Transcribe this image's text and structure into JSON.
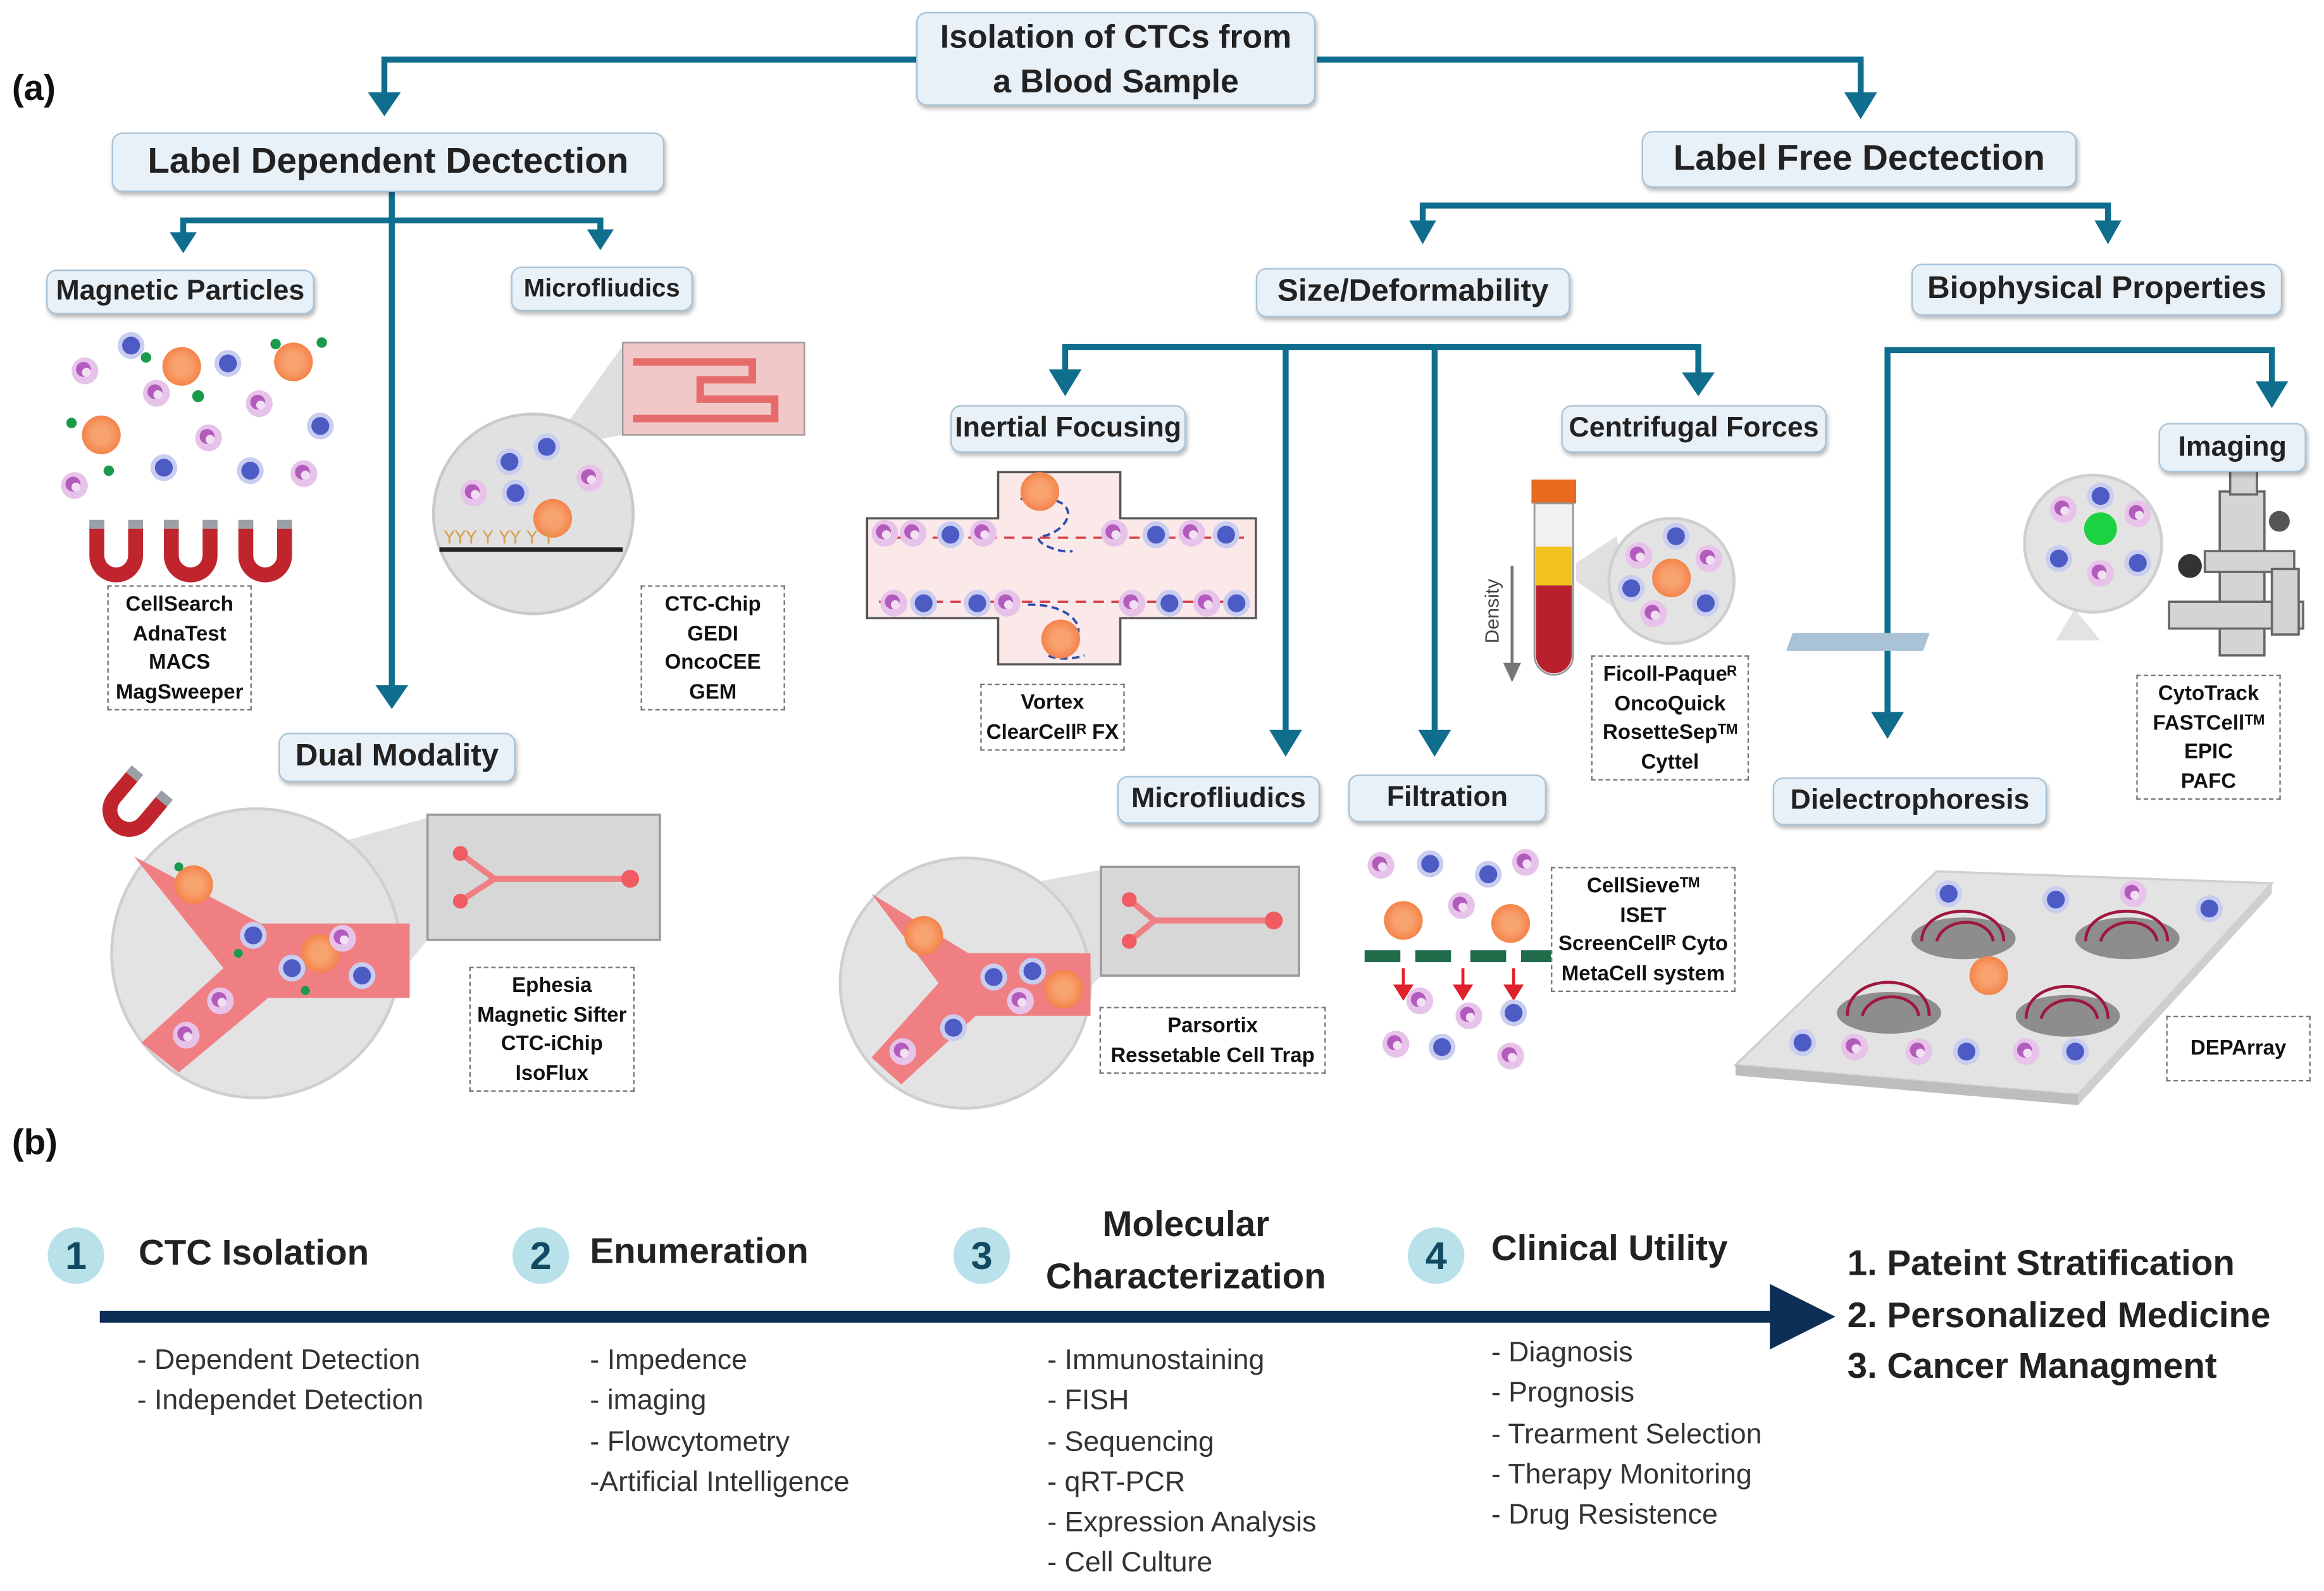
{
  "panel_labels": {
    "a": "(a)",
    "b": "(b)"
  },
  "part_a": {
    "root": {
      "line1": "Isolation of CTCs from",
      "line2": "a Blood Sample"
    },
    "label_dependent": {
      "title": "Label Dependent Dectection",
      "magnetic_particles": {
        "title": "Magnetic Particles",
        "examples": [
          "CellSearch",
          "AdnaTest",
          "MACS",
          "MagSweeper"
        ]
      },
      "microfluidics": {
        "title": "Microfliudics",
        "examples": [
          "CTC-Chip",
          "GEDI",
          "OncoCEE",
          "GEM"
        ]
      },
      "dual_modality": {
        "title": "Dual Modality",
        "examples": [
          "Ephesia",
          "Magnetic Sifter",
          "CTC-iChip",
          "IsoFlux"
        ]
      }
    },
    "label_free": {
      "title": "Label Free Dectection",
      "size_deformability": {
        "title": "Size/Deformability",
        "inertial_focusing": {
          "title": "Inertial Focusing",
          "examples": [
            "Vortex",
            "ClearCellᴿ FX"
          ]
        },
        "microfluidics": {
          "title": "Microfliudics",
          "examples": [
            "Parsortix",
            "Ressetable Cell Trap"
          ]
        },
        "filtration": {
          "title": "Filtration",
          "examples": [
            "CellSieveᵀᴹ",
            "ISET",
            "ScreenCellᴿ Cyto",
            "MetaCell system"
          ]
        },
        "centrifugal_forces": {
          "title": "Centrifugal Forces",
          "examples": [
            "Ficoll-Paqueᴿ",
            "OncoQuick",
            "RosetteSepᵀᴹ",
            "Cyttel"
          ],
          "density_label": "Density"
        }
      },
      "biophysical": {
        "title": "Biophysical Properties",
        "imaging": {
          "title": "Imaging",
          "examples": [
            "CytoTrack",
            "FASTCellᵀᴹ",
            "EPIC",
            "PAFC"
          ]
        },
        "dielectrophoresis": {
          "title": "Dielectrophoresis",
          "examples": [
            "DEPArray"
          ]
        }
      }
    }
  },
  "part_b": {
    "steps": [
      {
        "num": "1",
        "title": "CTC Isolation",
        "items": [
          "- Dependent Detection",
          "- Independet Detection"
        ]
      },
      {
        "num": "2",
        "title": "Enumeration",
        "items": [
          "- Impedence",
          "- imaging",
          "- Flowcytometry",
          "-Artificial Intelligence"
        ]
      },
      {
        "num": "3",
        "title_line1": "Molecular",
        "title_line2": "Characterization",
        "items": [
          "- Immunostaining",
          "- FISH",
          "- Sequencing",
          "- qRT-PCR",
          "- Expression Analysis",
          "- Cell Culture"
        ]
      },
      {
        "num": "4",
        "title": "Clinical Utility",
        "items": [
          "- Diagnosis",
          "- Prognosis",
          "- Trearment Selection",
          "- Therapy Monitoring",
          "- Drug Resistence"
        ]
      }
    ],
    "outcomes": [
      "1. Pateint Stratification",
      "2. Personalized Medicine",
      "3. Cancer Managment"
    ]
  },
  "colors": {
    "connector": "#0f6e8e",
    "timeline": "#0c2f55",
    "box_fill": "#e9f1f8",
    "box_border": "#a8c3d8",
    "channel": "#f07f84",
    "wbc": "#5a68c8",
    "ctc": "#f49a5c",
    "step_circle": "#b9e1ea"
  }
}
